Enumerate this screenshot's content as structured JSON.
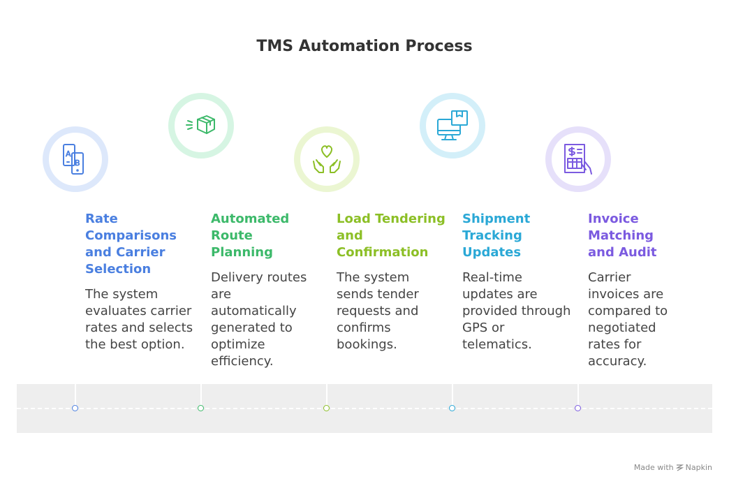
{
  "title": "TMS Automation Process",
  "steps": [
    {
      "title": "Rate Comparisons and Carrier Selection",
      "description": "The system evaluates carrier rates and selects the best option.",
      "icon": "ab-test-phones-icon",
      "color": "#4a7fe0",
      "ring": "#dde8fb"
    },
    {
      "title": "Automated Route Planning",
      "description": "Delivery routes are automatically generated to optimize efficiency.",
      "icon": "moving-box-icon",
      "color": "#3cb96a",
      "ring": "#d6f5e3"
    },
    {
      "title": "Load Tendering and Confirmation",
      "description": "The system sends tender requests and confirms bookings.",
      "icon": "hands-heart-icon",
      "color": "#8cbf26",
      "ring": "#ebf6d2"
    },
    {
      "title": "Shipment Tracking Updates",
      "description": "Real-time updates are provided through GPS or telematics.",
      "icon": "monitor-package-icon",
      "color": "#2aa8d6",
      "ring": "#d3eff9"
    },
    {
      "title": "Invoice Matching and Audit",
      "description": "Carrier invoices are compared to negotiated rates for accuracy.",
      "icon": "invoice-hand-icon",
      "color": "#7b5ae0",
      "ring": "#e6e0fa"
    }
  ],
  "footer": {
    "made_with": "Made with",
    "brand": "Napkin"
  }
}
